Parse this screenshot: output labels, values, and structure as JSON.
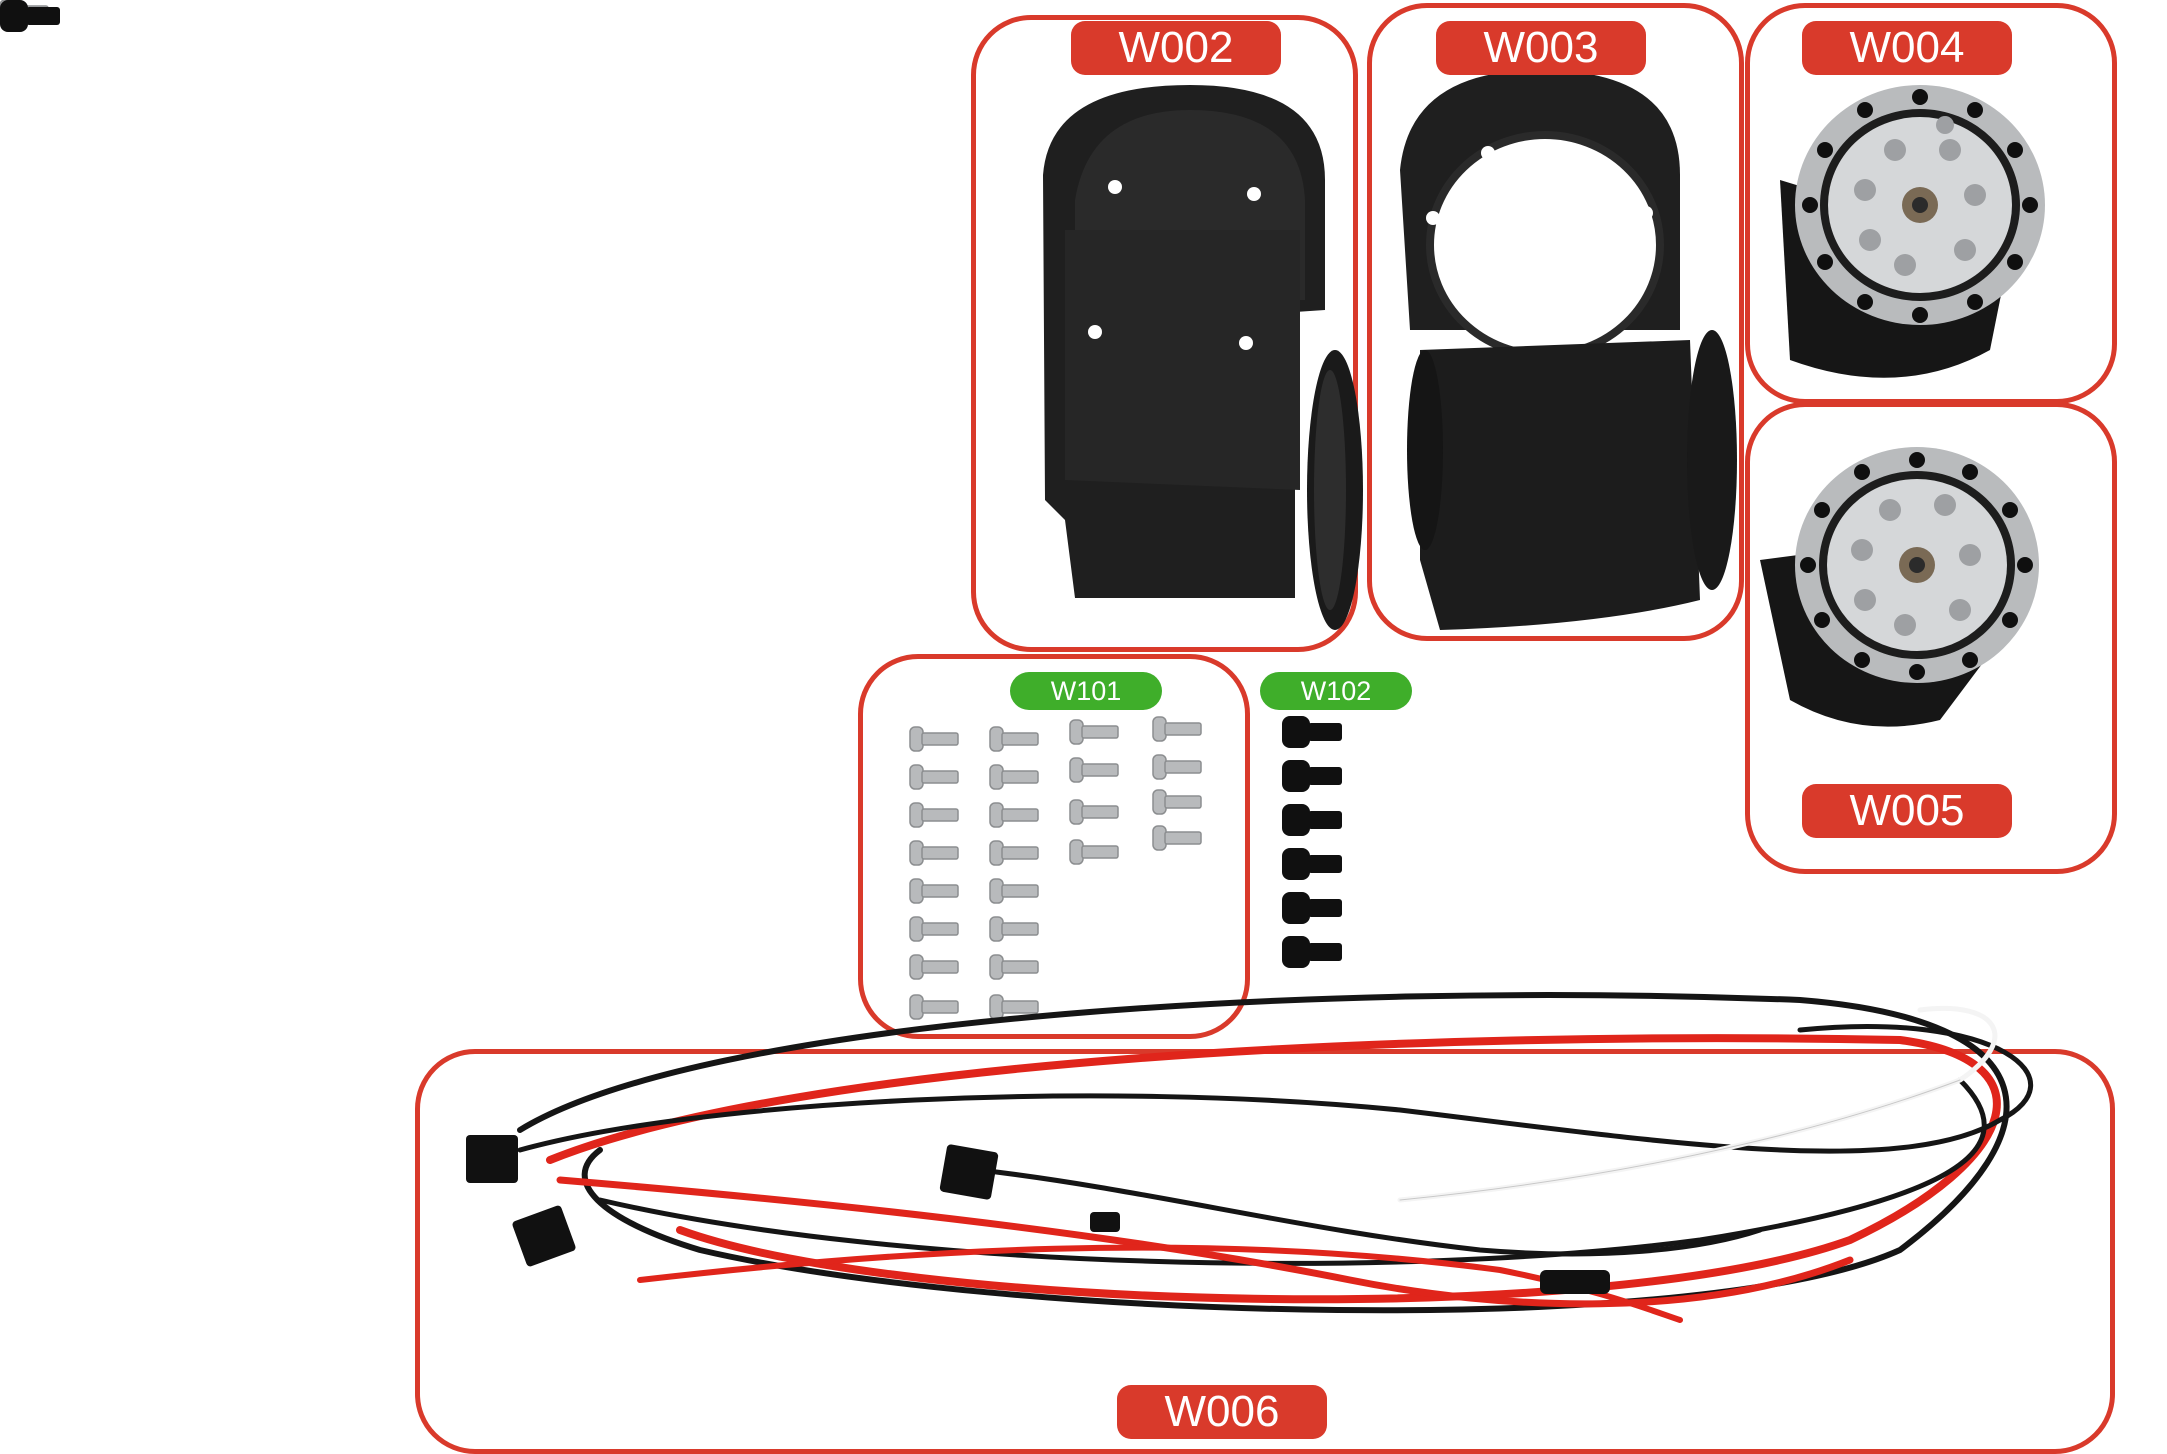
{
  "parts": {
    "w002": "W002",
    "w003": "W003",
    "w004": "W004",
    "w005": "W005",
    "w006": "W006",
    "w101": "W101",
    "w102": "W102"
  },
  "colors": {
    "frame": "#d93a2b",
    "label_red": "#d93a2b",
    "label_green": "#3fae2a",
    "part_black": "#1c1c1c",
    "metal": "#c9cbcd",
    "wire_red": "#e0251b",
    "wire_black": "#151515",
    "wire_white": "#f4f4f4"
  }
}
